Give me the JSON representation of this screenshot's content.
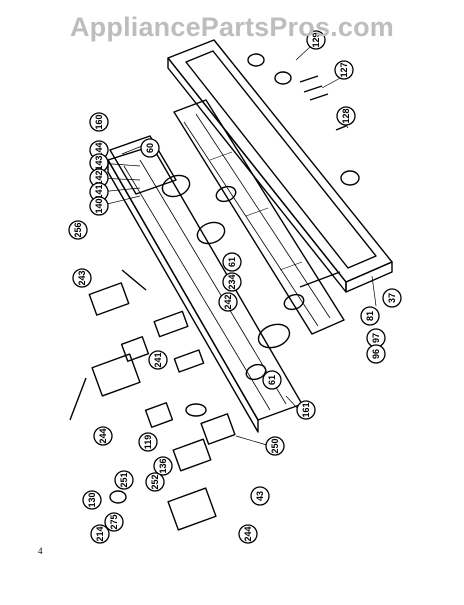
{
  "watermark": {
    "text": "AppliancePartsPros.com"
  },
  "page_number": "4",
  "callouts": [
    "129",
    "127",
    "60",
    "160",
    "144",
    "143",
    "142",
    "141",
    "140",
    "256",
    "128",
    "243",
    "61",
    "234",
    "242",
    "61",
    "81",
    "97",
    "96",
    "37",
    "241",
    "244",
    "161",
    "119",
    "136",
    "250",
    "252",
    "251",
    "130",
    "275",
    "214",
    "43",
    "244"
  ]
}
